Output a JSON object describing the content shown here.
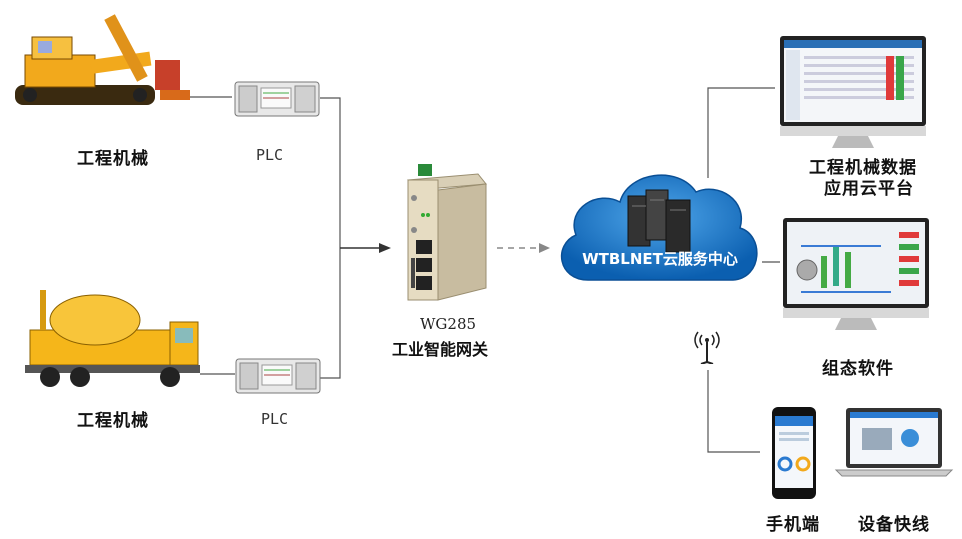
{
  "colors": {
    "excavator_yellow": "#f2a91c",
    "truck_yellow": "#f5b61a",
    "cloud_blue": "#1a72c4",
    "line_gray": "#555555",
    "dashed_gray": "#888888"
  },
  "left": {
    "machine_top_label": "工程机械",
    "machine_bottom_label": "工程机械",
    "plc_top_label": "PLC",
    "plc_bottom_label": "PLC"
  },
  "gateway": {
    "model": "WG285",
    "name": "工业智能网关"
  },
  "cloud": {
    "label": "WTBLNET云服务中心"
  },
  "right": {
    "platform_label_line1": "工程机械数据",
    "platform_label_line2": "应用云平台",
    "scada_label": "组态软件",
    "mobile_label": "手机端",
    "laptop_label": "设备快线"
  },
  "icons": [
    "excavator-icon",
    "mixer-truck-icon",
    "plc-module-icon",
    "router-icon",
    "server-icon",
    "antenna-icon",
    "monitor-icon",
    "phone-icon",
    "laptop-icon"
  ]
}
